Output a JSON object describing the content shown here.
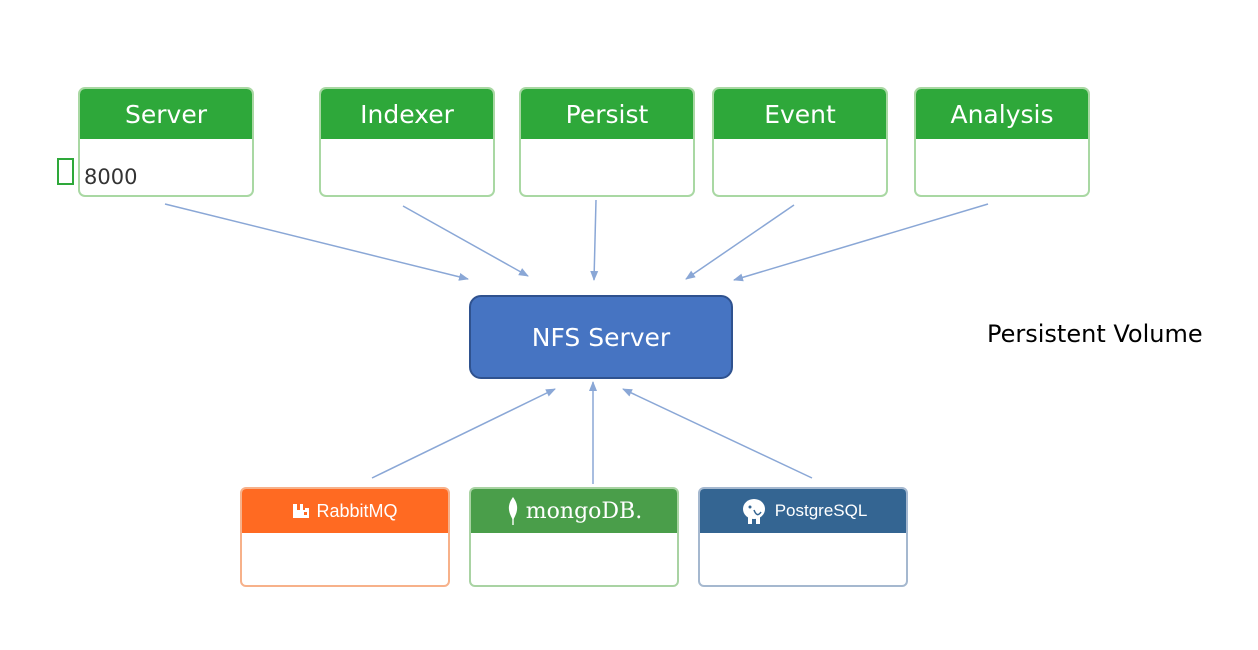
{
  "services": [
    {
      "label": "Server",
      "port": "8000"
    },
    {
      "label": "Indexer"
    },
    {
      "label": "Persist"
    },
    {
      "label": "Event"
    },
    {
      "label": "Analysis"
    }
  ],
  "center": {
    "label": "NFS Server"
  },
  "side_label": "Persistent Volume",
  "databases": [
    {
      "label": "RabbitMQ",
      "icon": "rabbitmq-logo-icon"
    },
    {
      "label": "mongoDB.",
      "icon": "mongodb-leaf-icon"
    },
    {
      "label": "PostgreSQL",
      "icon": "postgresql-elephant-icon"
    }
  ],
  "colors": {
    "service_header": "#2ea83a",
    "nfs_fill": "#4674c2",
    "arrow": "#8aa7d6",
    "rabbitmq": "#ff6a22",
    "mongodb": "#4a9e4a",
    "postgresql": "#346592"
  }
}
